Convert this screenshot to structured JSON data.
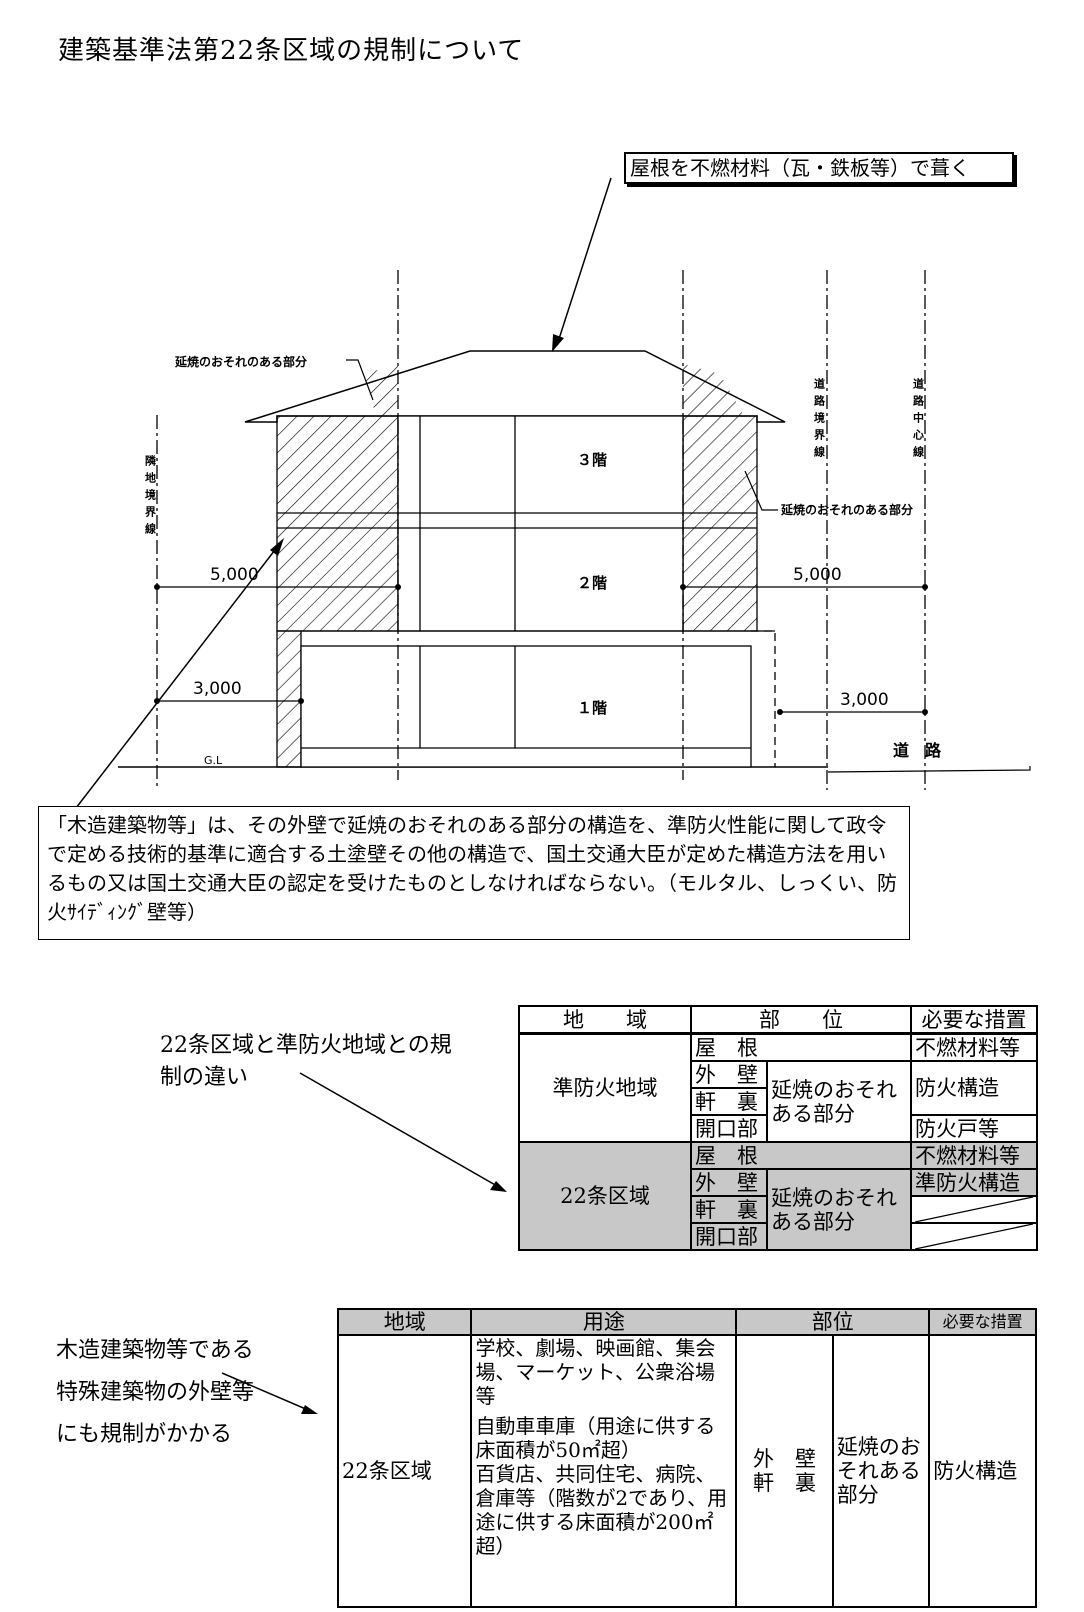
{
  "title": "建築基準法第22条区域の規制について",
  "diagram": {
    "roof_callout": "屋根を不燃材料（瓦・鉄板等）で葺く",
    "wood_callout": "「木造建築物等」は、その外壁で延焼のおそれのある部分の構造を、準防火性能に関して政令で定める技術的基準に適合する土塗壁その他の構造で、国土交通大臣が定めた構造方法を用いるもの又は国土交通大臣の認定を受けたものとしなければならない。（モルタル、しっくい、防火ｻｲﾃﾞｨﾝｸﾞ壁等）",
    "fire_spread_label_left": "延焼のおそれのある部分",
    "fire_spread_label_right": "延焼のおそれのある部分",
    "neighbor_line": "隣地境界線",
    "road_boundary": "道路境界線",
    "road_center": "道路中心線",
    "floor3": "３階",
    "floor2": "２階",
    "floor1": "１階",
    "dim_left_upper": "5,000",
    "dim_left_lower": "3,000",
    "dim_right_upper": "5,000",
    "dim_right_lower": "3,000",
    "gl": "G.L",
    "road": "道　路"
  },
  "note1": "22条区域と準防火地域との規制の違い",
  "note2": [
    "木造建築物等である",
    "特殊建築物の外壁等",
    "にも規制がかかる"
  ],
  "table1": {
    "headers": [
      "地　　域",
      "部　　位",
      "必要な措置"
    ],
    "zone1": "準防火地域",
    "zone2": "22条区域",
    "roof": "屋　根",
    "wall": "外　壁",
    "eave": "軒　裏",
    "opening": "開口部",
    "spread": "延焼のおそれある部分",
    "z1_roof": "不燃材料等",
    "z1_wall": "防火構造",
    "z1_open": "防火戸等",
    "z2_roof": "不燃材料等",
    "z2_wall": "準防火構造"
  },
  "table2": {
    "headers": [
      "地域",
      "用途",
      "部位",
      "必要な措置"
    ],
    "zone": "22条区域",
    "use1": "学校、劇場、映画館、集会場、マーケット、公衆浴場等",
    "use2": "自動車車庫（用途に供する床面積が50㎡超）",
    "use3": "百貨店、共同住宅、病院、倉庫等（階数が2であり、用途に供する床面積が200㎡超）",
    "part": "外　壁\n軒　裏",
    "spread": "延焼のおそれある部分",
    "measure": "防火構造"
  }
}
